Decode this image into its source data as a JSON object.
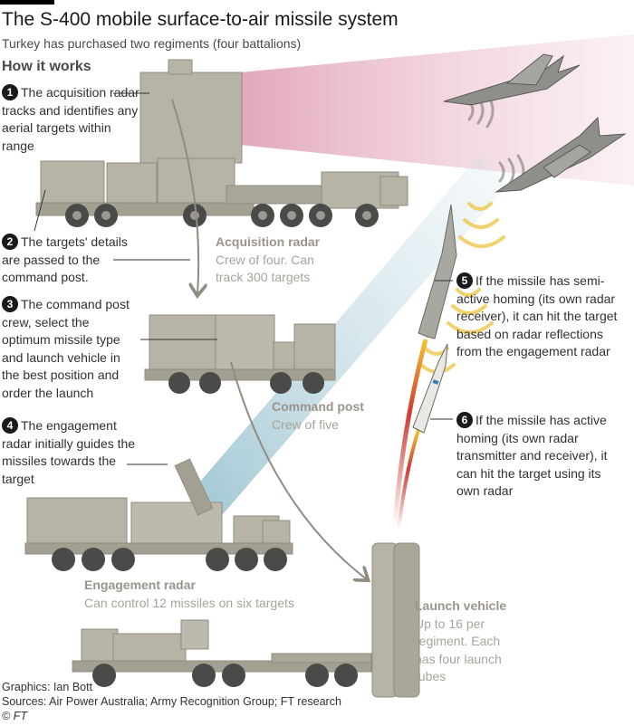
{
  "header": {
    "title": "The S-400 mobile surface-to-air missile system",
    "subtitle": "Turkey has purchased two regiments (four battalions)",
    "section": "How it works"
  },
  "steps": [
    {
      "num": "1",
      "text": "The acquisition radar tracks and identifies any aerial targets within range"
    },
    {
      "num": "2",
      "text": "The targets' details are passed to the command post."
    },
    {
      "num": "3",
      "text": "The command post crew, select the optimum missile type and launch vehicle in the best position and order the launch"
    },
    {
      "num": "4",
      "text": "The engagement radar initially guides the missiles towards the target"
    },
    {
      "num": "5",
      "text": "If the missile has semi-active homing (its own radar receiver), it can hit the target based on radar reflections from the engagement radar"
    },
    {
      "num": "6",
      "text": "If the missile has active homing (its own radar transmitter and receiver), it can hit the target using its own radar"
    }
  ],
  "vehicles": {
    "acquisition": {
      "name": "Acquisition radar",
      "desc": "Crew of four. Can track 300 targets"
    },
    "command": {
      "name": "Command post",
      "desc": "Crew of five"
    },
    "engagement": {
      "name": "Engagement radar",
      "desc": "Can control 12 missiles on six targets"
    },
    "launch": {
      "name": "Launch vehicle",
      "desc": "Up to 16 per regiment. Each has four launch tubes"
    }
  },
  "footer": {
    "graphics": "Graphics: Ian Bott",
    "sources": "Sources: Air Power Australia; Army Recognition Group; FT research",
    "copyright": "© FT"
  },
  "colors": {
    "vehicle": "#b7b4a6",
    "vehicle_dark": "#8f8c80",
    "tire": "#4a4a48",
    "beam_acquisition": "#e7b7c8",
    "beam_engagement": "#9fc7d3",
    "waves": "#f0c84a",
    "missile_trail": "#c8261c"
  }
}
